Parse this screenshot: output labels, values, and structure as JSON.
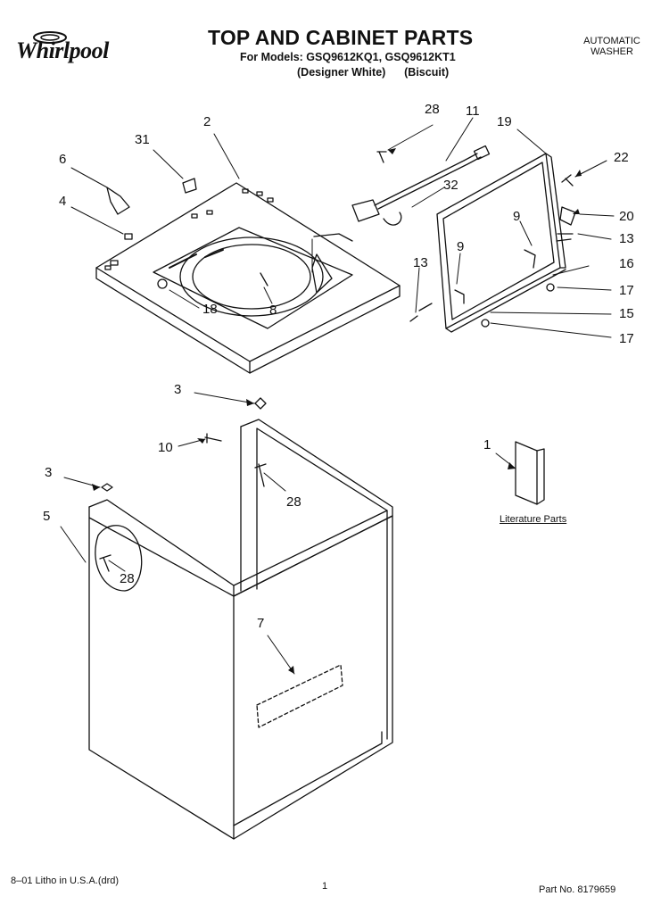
{
  "header": {
    "brand": "Whirlpool",
    "title": "TOP AND CABINET PARTS",
    "models_line": "For Models: GSQ9612KQ1, GSQ9612KT1",
    "variants_line": "(Designer White)      (Biscuit)",
    "product_type_line1": "AUTOMATIC",
    "product_type_line2": "WASHER"
  },
  "callouts": {
    "c28a": "28",
    "c11": "11",
    "c19": "19",
    "c22": "22",
    "c2": "2",
    "c31": "31",
    "c6": "6",
    "c4": "4",
    "c32": "32",
    "c9a": "9",
    "c20": "20",
    "c13a": "13",
    "c9b": "9",
    "c13b": "13",
    "c16": "16",
    "c17a": "17",
    "c18": "18",
    "c8": "8",
    "c15": "15",
    "c17b": "17",
    "c3a": "3",
    "c10": "10",
    "c1": "1",
    "c3b": "3",
    "c28b": "28",
    "c5": "5",
    "c28c": "28",
    "c7": "7"
  },
  "literature_label": "Literature Parts",
  "footer": {
    "print_info": "8–01 Litho in U.S.A.(drd)",
    "page_number": "1",
    "part_number": "Part No. 8179659"
  }
}
